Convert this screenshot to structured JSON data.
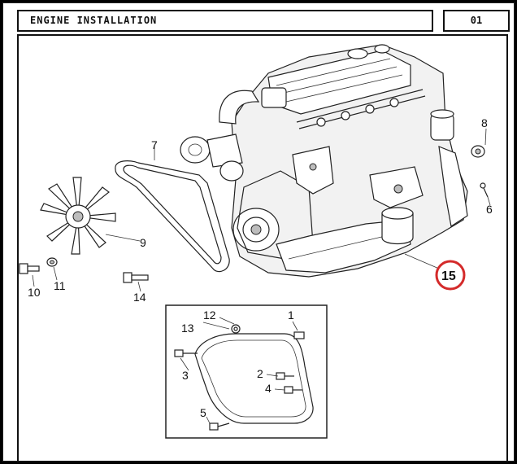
{
  "header": {
    "title": "ENGINE INSTALLATION",
    "page": "01"
  },
  "callouts": {
    "c1": "1",
    "c2": "2",
    "c3": "3",
    "c4": "4",
    "c5": "5",
    "c6": "6",
    "c7": "7",
    "c8": "8",
    "c9": "9",
    "c10": "10",
    "c11": "11",
    "c12": "12",
    "c13": "13",
    "c14": "14",
    "c15": "15"
  },
  "highlight": {
    "color": "#d42a2a",
    "callout": "15"
  }
}
